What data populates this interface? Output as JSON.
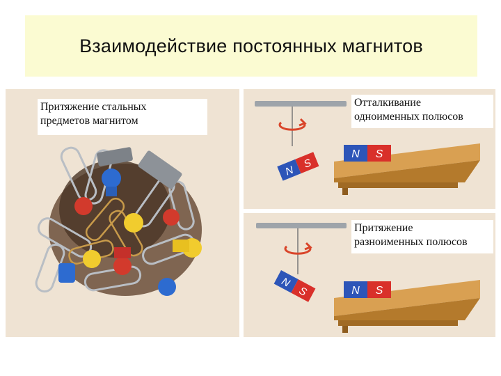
{
  "title": "Взаимодействие постоянных магнитов",
  "labels": {
    "attraction_steel": "Притяжение стальных\nпредметов магнитом",
    "repulsion": "Отталкивание\nодноименных полюсов",
    "attraction_opposite": "Притяжение\nразноименных  полюсов"
  },
  "poles": {
    "north": "N",
    "south": "S"
  },
  "colors": {
    "title_bg": "#fbfbd2",
    "panel_bg": "#efe3d3",
    "north_pole": "#2d55b8",
    "south_pole": "#d9302a",
    "shelf_wood": "#c8892f",
    "rod_steel": "#9ea4aa",
    "rotation_arrow": "#d9452a"
  }
}
